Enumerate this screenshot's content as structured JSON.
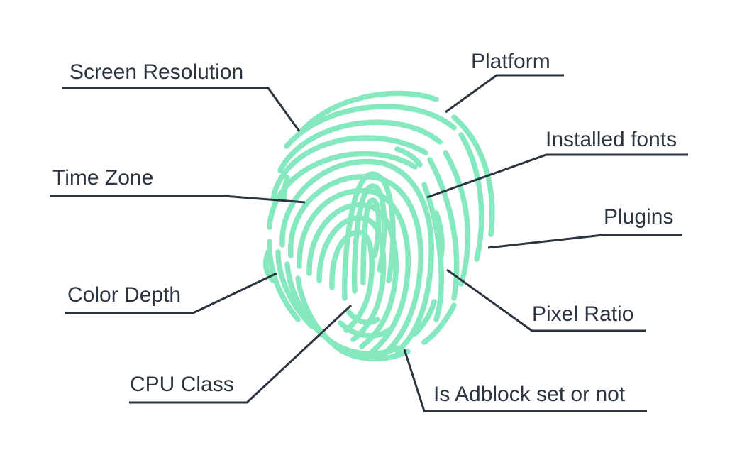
{
  "labels": {
    "screen_resolution": "Screen Resolution",
    "platform": "Platform",
    "installed_fonts": "Installed fonts",
    "time_zone": "Time Zone",
    "plugins": "Plugins",
    "color_depth": "Color Depth",
    "pixel_ratio": "Pixel Ratio",
    "cpu_class": "CPU Class",
    "adblock": "Is Adblock set or not"
  },
  "colors": {
    "ridge": "#86e8bf",
    "leader": "#2b3440",
    "text": "#2b3440",
    "background": "#ffffff"
  },
  "icon": "fingerprint-icon"
}
